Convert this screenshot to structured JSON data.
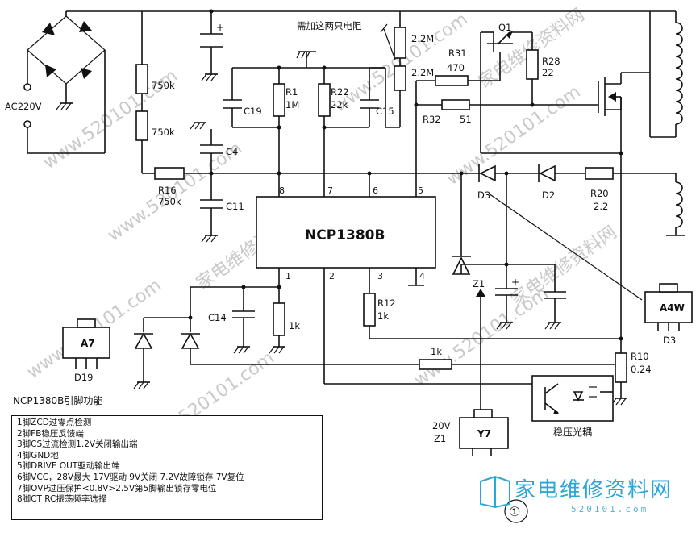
{
  "ac_input": "AC220V",
  "note_resistors": "需加这两只电阻",
  "chip": {
    "name": "NCP1380B",
    "pins": [
      "1",
      "2",
      "3",
      "4",
      "5",
      "6",
      "7",
      "8"
    ]
  },
  "components": {
    "r_750k_a": "750k",
    "r_750k_b": "750k",
    "r16_name": "R16",
    "r16_val": "750k",
    "c19": "C19",
    "r1_name": "R1",
    "r1_val": "1M",
    "r22_name": "R22",
    "r22_val": "22k",
    "c15": "C15",
    "c4": "C4",
    "c11": "C11",
    "r_2m_a": "2.2M",
    "r_2m_b": "2.2M",
    "r31_name": "R31",
    "r31_val": "470",
    "r32_name": "R32",
    "r32_val": "51",
    "q1": "Q1",
    "r28_name": "R28",
    "r28_val": "22",
    "d3": "D3",
    "d2": "D2",
    "r20_name": "R20",
    "r20_val": "2.2",
    "z1": "Z1",
    "r12_name": "R12",
    "r12_val": "1k",
    "c14": "C14",
    "r_1k_pin1": "1k",
    "r_1k_bottom": "1k",
    "r10_name": "R10",
    "r10_val": "0.24",
    "opto": "稳压光耦"
  },
  "packages": {
    "a7_mark": "A7",
    "a7_ref": "D19",
    "a4w_mark": "A4W",
    "a4w_ref": "D3",
    "y7_mark": "Y7",
    "y7_volt": "20V",
    "y7_ref": "Z1"
  },
  "legend": {
    "title": "NCP1380B引脚功能",
    "lines": [
      "1脚ZCD过零点检测",
      "2脚FB稳压反馈端",
      "3脚CS过流检测1.2V关闭输出端",
      "4脚GND地",
      "5脚DRIVE OUT驱动输出端",
      "6脚VCC，28V最大 17V驱动 9V关闭 7.2V故障锁存 7V复位",
      "7脚OVP过压保护<0.8V>2.5V第5脚输出锁存零电位",
      "8脚CT RC振荡频率选择"
    ]
  },
  "figure_number": "①",
  "watermark": {
    "brand": "家电维修资料网",
    "url": "520101.com",
    "bg": "www.520101.com"
  },
  "colors": {
    "ink": "#111111",
    "brand": "#2aa7d8",
    "watermark": "#c9c9c9"
  }
}
